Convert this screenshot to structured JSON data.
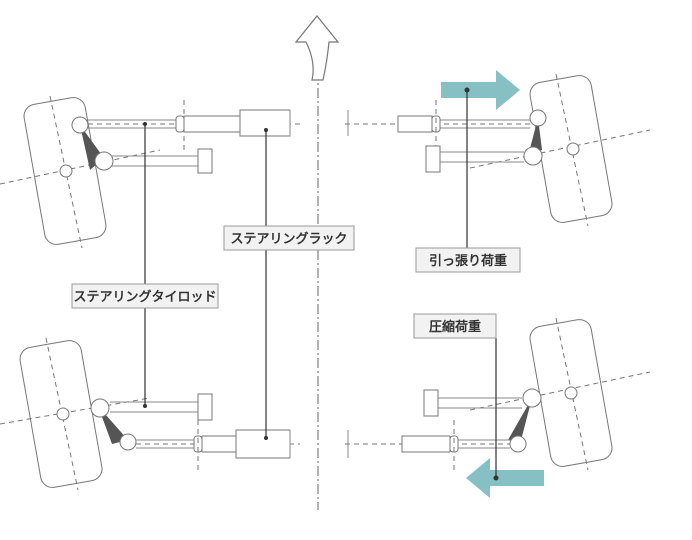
{
  "labels": {
    "steering_rack": "ステアリングラック",
    "tie_rod": "ステアリングタイロッド",
    "tension_load": "引っ張り荷重",
    "compression_load": "圧縮荷重"
  },
  "colors": {
    "load_arrow": "#86bfc4",
    "line": "#777777",
    "knuckle": "#555555",
    "label_bg": "#f2f2f2"
  },
  "icons": {
    "forward_arrow": "curved-forward-arrow-icon"
  }
}
